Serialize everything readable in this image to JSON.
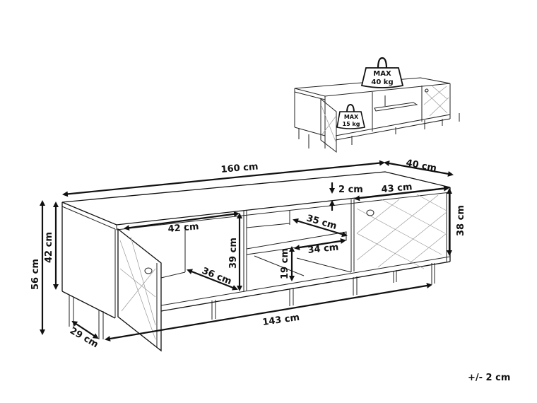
{
  "diagram": {
    "subject": "TV stand dimension drawing",
    "weight_limits": {
      "top": {
        "line1": "MAX",
        "line2": "40 kg"
      },
      "shelf": {
        "line1": "MAX",
        "line2": "15 kg"
      }
    },
    "dimensions": {
      "total_width": "160 cm",
      "total_depth": "40 cm",
      "total_height": "56 cm",
      "body_height": "42 cm",
      "leg_depth": "29 cm",
      "leg_span": "143 cm",
      "left_compartment_width": "42 cm",
      "left_compartment_depth": "36 cm",
      "left_compartment_height": "39 cm",
      "top_thickness": "2 cm",
      "right_door_width": "43 cm",
      "right_door_height": "38 cm",
      "shelf_depth": "35 cm",
      "shelf_width": "34 cm",
      "lower_opening_height": "19 cm"
    },
    "tolerance": "+/- 2 cm"
  }
}
